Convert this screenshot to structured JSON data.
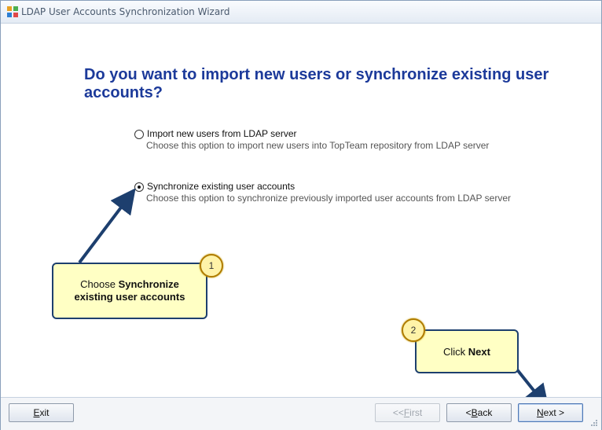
{
  "window": {
    "title": "LDAP User Accounts Synchronization Wizard"
  },
  "heading": "Do you want to import new users or synchronize existing user accounts?",
  "options": [
    {
      "label": "Import new users from LDAP server",
      "description": "Choose this option to import new users into TopTeam repository from LDAP server",
      "selected": false
    },
    {
      "label": "Synchronize existing user accounts",
      "description": "Choose this option to synchronize previously imported user accounts from LDAP server",
      "selected": true
    }
  ],
  "callouts": [
    {
      "number": "1",
      "text_plain": "Choose ",
      "text_bold": "Synchronize existing user accounts"
    },
    {
      "number": "2",
      "text_plain": "Click ",
      "text_bold": "Next"
    }
  ],
  "buttons": {
    "exit": {
      "prefix": "",
      "key": "E",
      "rest": "xit"
    },
    "first": {
      "prefix": "<< ",
      "key": "F",
      "rest": "irst"
    },
    "back": {
      "prefix": "< ",
      "key": "B",
      "rest": "ack"
    },
    "next": {
      "prefix": "",
      "key": "N",
      "rest": "ext >"
    }
  },
  "colors": {
    "heading": "#1c3a9a",
    "callout_fill": "#ffffc4",
    "callout_border": "#1d3f6e",
    "arrow": "#1d3f6e"
  }
}
